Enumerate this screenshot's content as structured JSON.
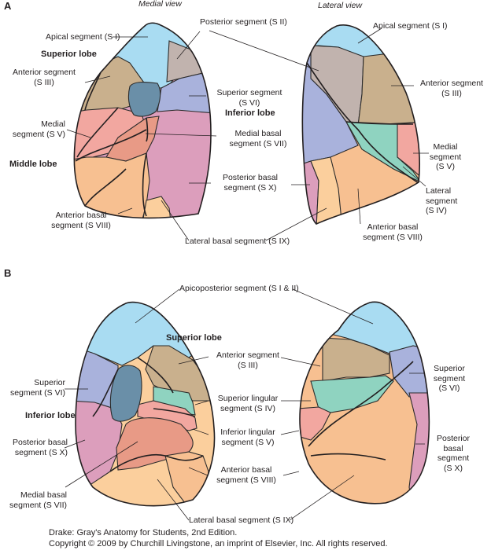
{
  "colors": {
    "apical": "#a9dcf2",
    "posterior": "#c1b3ae",
    "anterior": "#c9b08d",
    "superior": "#a9b2dc",
    "medial": "#f2a7a0",
    "medial_basal": "#e89a86",
    "anterior_basal": "#f7c091",
    "lateral_basal": "#fbcf9d",
    "posterior_basal": "#dc9ebc",
    "lingular": "#8fd3c0",
    "hilum": "#6a8fa8",
    "outline": "#231f20"
  },
  "panels": {
    "a": "A",
    "b": "B"
  },
  "views": {
    "medial": "Medial view",
    "lateral": "Lateral view"
  },
  "labels": {
    "a_apical_medial": "Apical segment (S I)",
    "a_superior_lobe": "Superior lobe",
    "a_anterior_medial_1": "Anterior segment",
    "a_anterior_medial_2": "(S III)",
    "a_medial_1": "Medial",
    "a_medial_2": "segment (S V)",
    "a_middle_lobe": "Middle lobe",
    "a_anterior_basal_1": "Anterior basal",
    "a_anterior_basal_2": "segment (S VIII)",
    "a_posterior_seg": "Posterior segment (S II)",
    "a_superior_seg_1": "Superior segment",
    "a_superior_seg_2": "(S VI)",
    "a_inferior_lobe": "Inferior lobe",
    "a_medial_basal_1": "Medial basal",
    "a_medial_basal_2": "segment (S VII)",
    "a_posterior_basal_1": "Posterior basal",
    "a_posterior_basal_2": "segment (S X)",
    "a_lateral_basal": "Lateral basal segment (S IX)",
    "a_apical_lateral": "Apical segment (S I)",
    "a_anterior_lateral_1": "Anterior segment",
    "a_anterior_lateral_2": "(S III)",
    "a_medial_lat_1": "Medial",
    "a_medial_lat_2": "segment",
    "a_medial_lat_3": "(S V)",
    "a_lateral_1": "Lateral",
    "a_lateral_2": "segment",
    "a_lateral_3": "(S IV)",
    "a_anterior_basal_lat_1": "Anterior basal",
    "a_anterior_basal_lat_2": "segment (S VIII)",
    "b_apicoposterior": "Apicoposterior segment (S I & II)",
    "b_superior_lobe": "Superior lobe",
    "b_anterior_1": "Anterior segment",
    "b_anterior_2": "(S III)",
    "b_superior_1": "Superior",
    "b_superior_2": "segment (S VI)",
    "b_inferior_lobe": "Inferior lobe",
    "b_sup_lingular_1": "Superior lingular",
    "b_sup_lingular_2": "segment (S IV)",
    "b_inf_lingular_1": "Inferior lingular",
    "b_inf_lingular_2": "segment (S V)",
    "b_posterior_basal_1": "Posterior basal",
    "b_posterior_basal_2": "segment (S X)",
    "b_medial_basal_1": "Medial basal",
    "b_medial_basal_2": "segment (S VII)",
    "b_anterior_basal_1": "Anterior basal",
    "b_anterior_basal_2": "segment (S VIII)",
    "b_lateral_basal": "Lateral basal segment (S IX)",
    "b_superior_r_1": "Superior",
    "b_superior_r_2": "segment",
    "b_superior_r_3": "(S VI)",
    "b_posterior_basal_r_1": "Posterior",
    "b_posterior_basal_r_2": "basal",
    "b_posterior_basal_r_3": "segment",
    "b_posterior_basal_r_4": "(S X)"
  },
  "credit": {
    "line1": "Drake: Gray's Anatomy for Students, 2nd Edition.",
    "line2": "Copyright © 2009 by Churchill Livingstone, an imprint of Elsevier, Inc. All rights reserved."
  }
}
